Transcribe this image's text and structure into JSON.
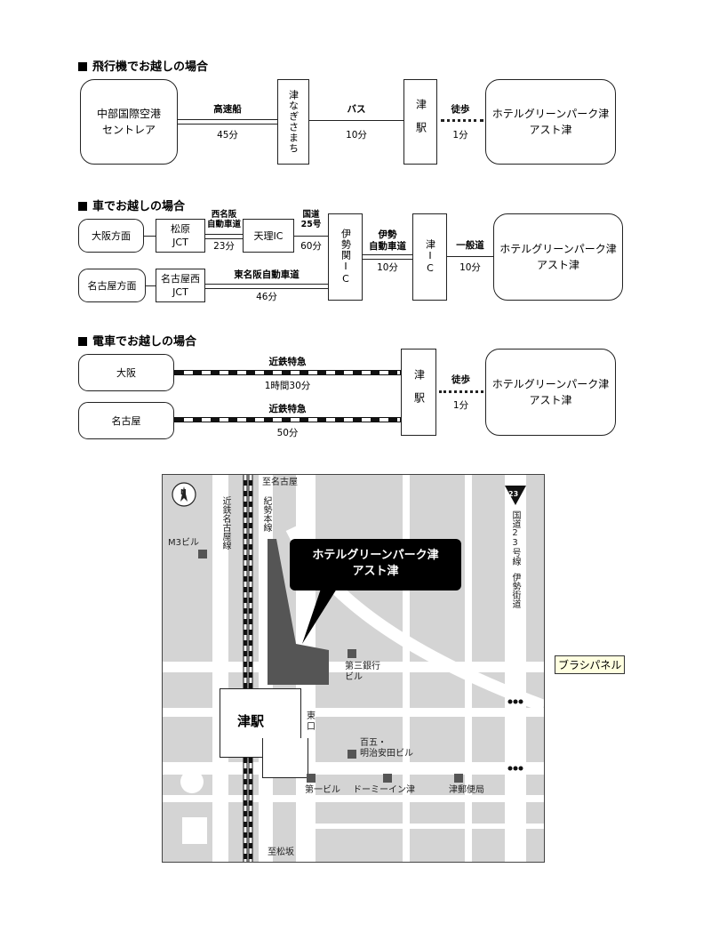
{
  "sections": {
    "plane": "飛行機でお越しの場合",
    "car": "車でお越しの場合",
    "train": "電車でお越しの場合"
  },
  "plane": {
    "airport": [
      "中部国際空港",
      "セントレア"
    ],
    "ship_label": "高速船",
    "ship_time": "45分",
    "port": "津なぎさまち",
    "bus_label": "バス",
    "bus_time": "10分",
    "station": "津駅",
    "walk_label": "徒歩",
    "walk_time": "1分",
    "hotel": [
      "ホテルグリーンパーク津",
      "アスト津"
    ]
  },
  "car": {
    "osaka": "大阪方面",
    "matsubara": [
      "松原",
      "JCT"
    ],
    "nishimeihan": [
      "西名阪",
      "自動車道"
    ],
    "t23": "23分",
    "tenri": "天理IC",
    "route25": [
      "国道",
      "25号"
    ],
    "t60": "60分",
    "iseseki": "伊勢関IC",
    "ise_road": [
      "伊勢",
      "自動車道"
    ],
    "t10a": "10分",
    "tsu_ic": "津IC",
    "general_road": "一般道",
    "t10b": "10分",
    "hotel": [
      "ホテルグリーンパーク津",
      "アスト津"
    ],
    "nagoya": "名古屋方面",
    "nagoyanishi": [
      "名古屋西",
      "JCT"
    ],
    "higashimeihan": "東名阪自動車道",
    "t46": "46分"
  },
  "train": {
    "osaka": "大阪",
    "kintetsu1": "近鉄特急",
    "t1": "1時間30分",
    "nagoya": "名古屋",
    "kintetsu2": "近鉄特急",
    "t2": "50分",
    "station": "津駅",
    "walk_label": "徒歩",
    "walk_time": "1分",
    "hotel": [
      "ホテルグリーンパーク津",
      "アスト津"
    ]
  },
  "map": {
    "north": "N",
    "to_nagoya": "至名古屋",
    "to_matsusaka": "至松坂",
    "kintetsu_line": "近鉄名古屋線",
    "kisei_line": "紀勢本線",
    "route23_badge": "23",
    "route23": "国道23号線",
    "ise_kaido": "伊勢街道",
    "m3": "M3ビル",
    "callout": [
      "ホテルグリーンパーク津",
      "アスト津"
    ],
    "daisan": [
      "第三銀行",
      "ビル"
    ],
    "tsu_station": "津駅",
    "east_exit": [
      "東",
      "口"
    ],
    "hyakugo": [
      "百五・",
      "明治安田ビル"
    ],
    "daiichi": "第一ビル",
    "dormy": "ドーミーイン津",
    "post": "津郵便局"
  },
  "brush_panel": "ブラシパネル"
}
